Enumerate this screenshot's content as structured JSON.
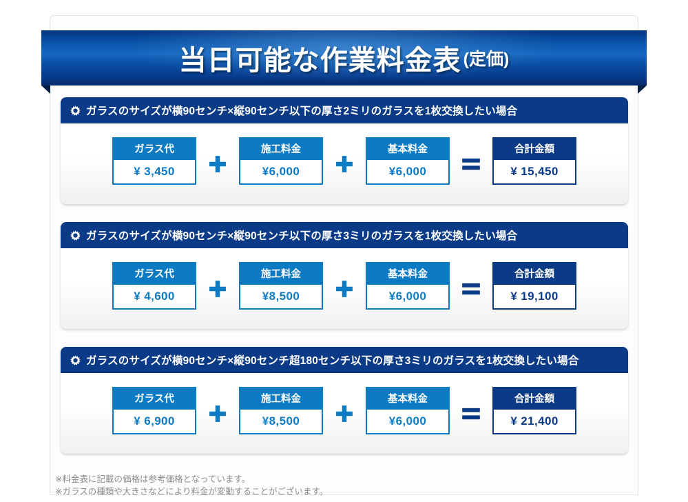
{
  "banner": {
    "title": "当日可能な作業料金表",
    "subtitle": "(定価)"
  },
  "colors": {
    "navy": "#0b3a86",
    "blue": "#0d7ac4",
    "banner_dark": "#042a6b",
    "note_gray": "#8c8c8c",
    "card_bg": "#ffffff"
  },
  "icons": {
    "bullet": "sunburst-icon",
    "plus": "plus-icon",
    "equals": "equals-icon"
  },
  "sections": [
    {
      "heading": "ガラスのサイズが横90センチ×縦90センチ以下の厚さ2ミリのガラスを1枚交換したい場合",
      "items": [
        {
          "label": "ガラス代",
          "value": "¥ 3,450"
        },
        {
          "label": "施工料金",
          "value": "¥6,000"
        },
        {
          "label": "基本料金",
          "value": "¥6,000"
        }
      ],
      "total": {
        "label": "合計金額",
        "value": "¥ 15,450"
      }
    },
    {
      "heading": "ガラスのサイズが横90センチ×縦90センチ以下の厚さ3ミリのガラスを1枚交換したい場合",
      "items": [
        {
          "label": "ガラス代",
          "value": "¥ 4,600"
        },
        {
          "label": "施工料金",
          "value": "¥8,500"
        },
        {
          "label": "基本料金",
          "value": "¥6,000"
        }
      ],
      "total": {
        "label": "合計金額",
        "value": "¥ 19,100"
      }
    },
    {
      "heading": "ガラスのサイズが横90センチ×縦90センチ超180センチ以下の厚さ3ミリのガラスを1枚交換したい場合",
      "items": [
        {
          "label": "ガラス代",
          "value": "¥ 6,900"
        },
        {
          "label": "施工料金",
          "value": "¥8,500"
        },
        {
          "label": "基本料金",
          "value": "¥6,000"
        }
      ],
      "total": {
        "label": "合計金額",
        "value": "¥ 21,400"
      }
    }
  ],
  "notes": [
    "※料金表に記載の価格は参考価格となっています。",
    "※ガラスの種類や大きさなどにより料金が変動することがございます。"
  ]
}
